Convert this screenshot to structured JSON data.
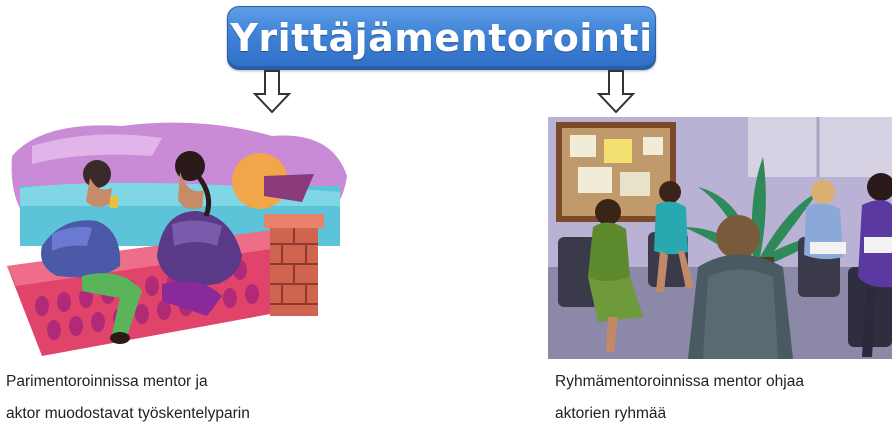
{
  "title": "Yrittäjämentorointi",
  "pair_mentoring": {
    "icon": "pair-mentoring-illustration",
    "caption_line1": "Parimentoroinnissa mentor ja",
    "caption_line2": "aktor muodostavat työskentelyparin"
  },
  "group_mentoring": {
    "icon": "group-mentoring-illustration",
    "caption_line1": "Ryhmämentoroinnissa mentor ohjaa",
    "caption_line2": "aktorien ryhmää"
  },
  "colors": {
    "title_box": "#3f82d6",
    "title_text": "#ffffff",
    "arrow": "#333333"
  }
}
